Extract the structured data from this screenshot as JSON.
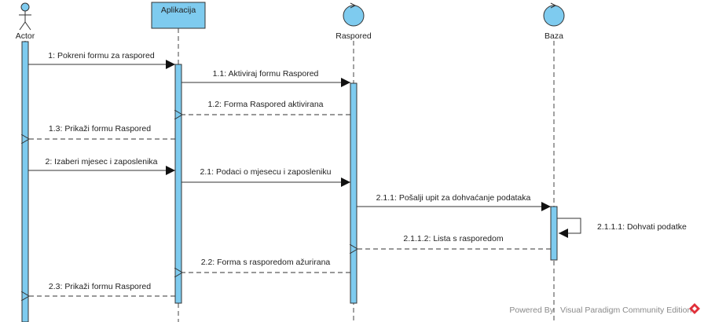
{
  "participants": {
    "actor": {
      "label": "Actor",
      "icon": "actor-icon"
    },
    "aplikacija": {
      "label": "Aplikacija",
      "icon": "boundary-box"
    },
    "raspored": {
      "label": "Raspored",
      "icon": "control-icon"
    },
    "baza": {
      "label": "Baza",
      "icon": "control-icon"
    }
  },
  "messages": {
    "m1": "1: Pokreni formu za raspored",
    "m1_1": "1.1: Aktiviraj formu Raspored",
    "m1_2": "1.2: Forma Raspored aktivirana",
    "m1_3": "1.3: Prikaži formu Raspored",
    "m2": "2: Izaberi mjesec i zaposlenika",
    "m2_1": "2.1: Podaci o mjesecu i zaposleniku",
    "m2_1_1": "2.1.1: Pošalji upit za dohvaćanje podataka",
    "m2_1_1_1": "2.1.1.1: Dohvati podatke",
    "m2_1_1_2": "2.1.1.2: Lista s rasporedom",
    "m2_2": "2.2: Forma s rasporedom ažurirana",
    "m2_3": "2.3: Prikaži formu Raspored"
  },
  "footer": {
    "powered_by": "Powered By",
    "edition": "Visual Paradigm Community Edition",
    "logo": "visual-paradigm-logo-icon"
  },
  "colors": {
    "activation_fill": "#7ecbef",
    "lifeline": "#444444",
    "line": "#333333",
    "logo": "#e0303a"
  }
}
